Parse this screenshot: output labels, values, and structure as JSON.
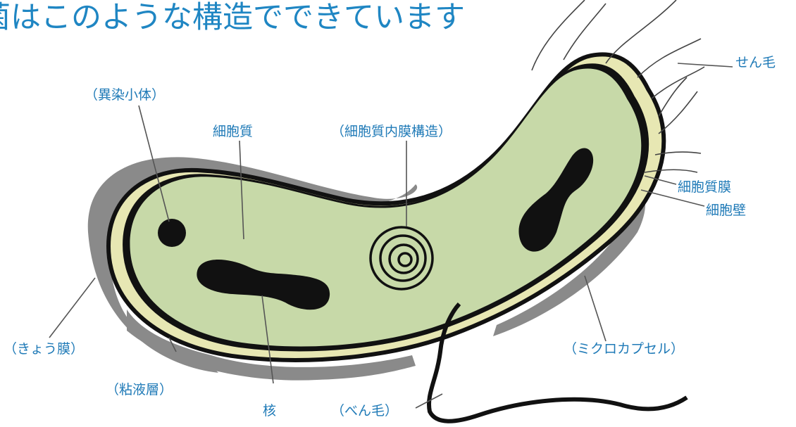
{
  "title": "菌はこのような構造でできています",
  "labels": {
    "ibutsu": "（異染小体）",
    "saibou_shitsu": "細胞質",
    "naimaku": "（細胞質内膜構造）",
    "senmou": "せん毛",
    "shitsumaku": "細胞質膜",
    "saibouheki": "細胞壁",
    "kyoumaku": "（きょう膜）",
    "micro": "（ミクロカプセル）",
    "nenekisou": "（粘液層）",
    "kaku": "核",
    "benmou": "（べん毛）"
  },
  "colors": {
    "title": "#1f86c3",
    "label": "#1f7ab7",
    "cytoplasm": "#c7d9a8",
    "membrane_gap": "#e7e7b3",
    "capsule": "#8a8a8a",
    "outline": "#111111"
  }
}
